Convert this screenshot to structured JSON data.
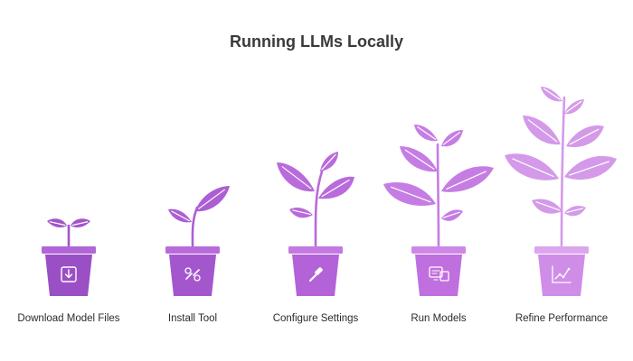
{
  "title": "Running LLMs Locally",
  "stages": [
    {
      "label": "Download Model Files",
      "icon": "download-icon",
      "leaf_color": "#a455c9",
      "pot_color": "#9a4fc4",
      "rim_color": "#b066d6"
    },
    {
      "label": "Install Tool",
      "icon": "wrench-link-icon",
      "leaf_color": "#ad5ed3",
      "pot_color": "#a457cd",
      "rim_color": "#b86cdc"
    },
    {
      "label": "Configure Settings",
      "icon": "screwdriver-icon",
      "leaf_color": "#b96adb",
      "pot_color": "#b462d8",
      "rim_color": "#c478e2"
    },
    {
      "label": "Run Models",
      "icon": "computer-monitor-icon",
      "leaf_color": "#c67de3",
      "pot_color": "#c06fdf",
      "rim_color": "#cd87e6"
    },
    {
      "label": "Refine Performance",
      "icon": "line-chart-icon",
      "leaf_color": "#d49ae9",
      "pot_color": "#d08de8",
      "rim_color": "#dca6ee"
    }
  ],
  "colors": {
    "title": "#3a3a3a",
    "label": "#2b2b2b",
    "vein": "#ffffff"
  }
}
